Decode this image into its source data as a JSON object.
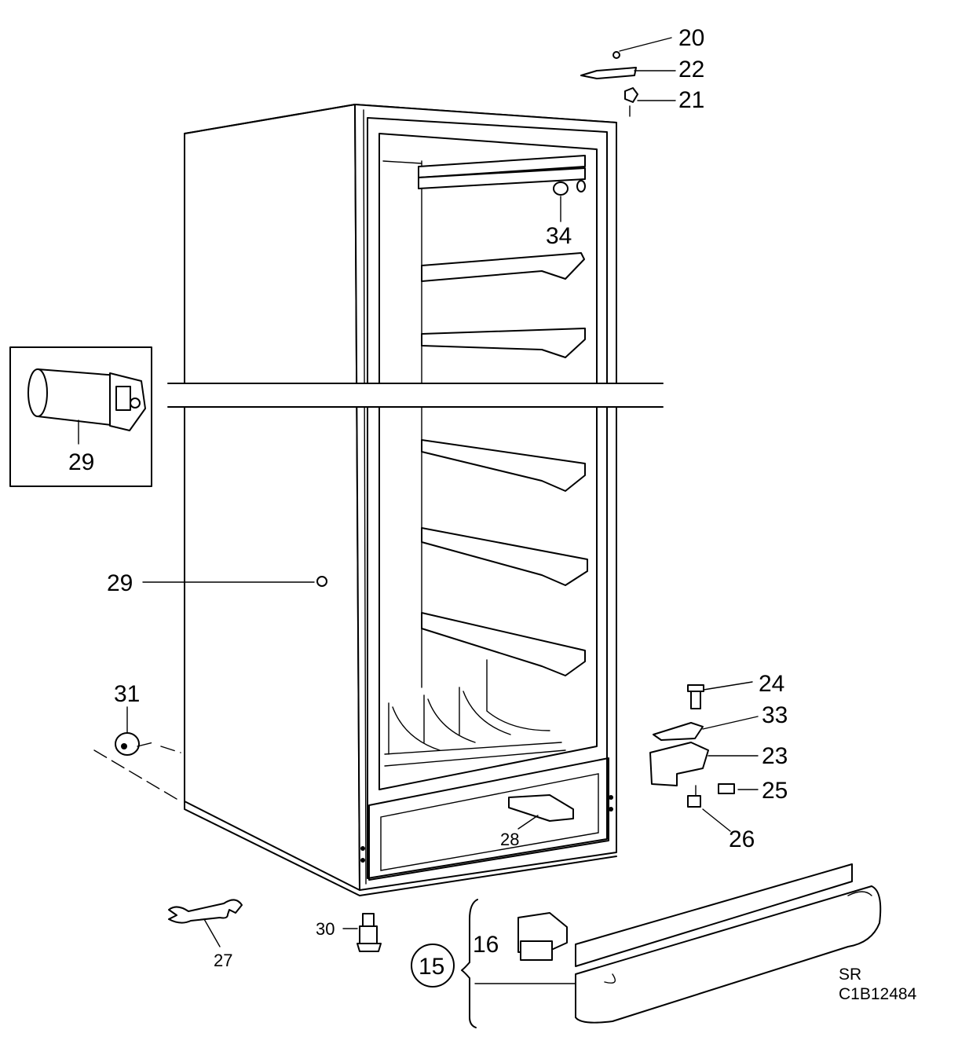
{
  "callouts": {
    "p20": "20",
    "p22": "22",
    "p21": "21",
    "p34": "34",
    "p29_detail": "29",
    "p29": "29",
    "p31": "31",
    "p24": "24",
    "p33": "33",
    "p23": "23",
    "p25": "25",
    "p26": "26",
    "p28": "28",
    "p30": "30",
    "p27": "27",
    "p16": "16",
    "p15": "15"
  },
  "drawing_code": {
    "line1": "SR",
    "line2": "C1B12484"
  }
}
